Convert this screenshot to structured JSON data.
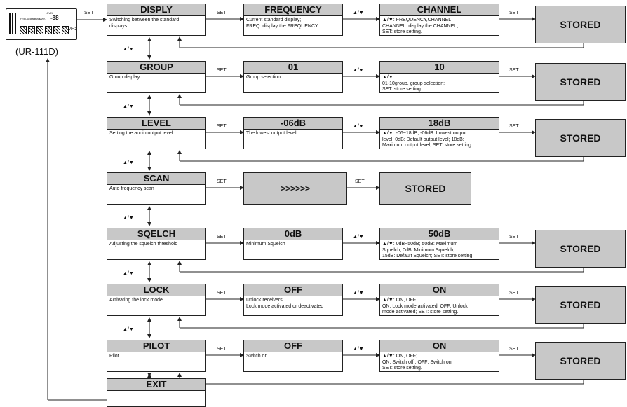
{
  "device": {
    "model": "(UR-111D)",
    "unit": "MHz",
    "display_digits": "-88",
    "tiny_labels": [
      "FREQUENCY",
      "CHANNEL",
      "BANK",
      "LEVEL"
    ],
    "set_label": "SET"
  },
  "labels": {
    "set": "SET",
    "updown": "▲/▼"
  },
  "rows": [
    {
      "title": "DISPLY",
      "desc": "Switching between the standard\ndisplays",
      "step2": {
        "title": "FREQUENCY",
        "desc": "Current standard display;\nFREQ: display the FREQUENCY"
      },
      "step3": {
        "title": "CHANNEL",
        "desc": "▲/▼: FREQUENCY,CHANNEL\nCHANNEL: display the CHANNEL;\nSET: store setting."
      },
      "stored": "STORED"
    },
    {
      "title": "GROUP",
      "desc": "Group display",
      "step2": {
        "title": "01",
        "desc": "Group selection"
      },
      "step3": {
        "title": "10",
        "desc": "▲/▼:\n01-10group, group selection;\nSET: store setting."
      },
      "stored": "STORED"
    },
    {
      "title": "LEVEL",
      "desc": "Setting the audio output level",
      "step2": {
        "title": "-06dB",
        "desc": "The lowest output level"
      },
      "step3": {
        "title": "18dB",
        "desc": "▲/▼: -06~18dB; -06dB: Lowest output\nlevel; 0dB: Default output level; 18dB:\nMaximum output level; SET: store setting."
      },
      "stored": "STORED"
    },
    {
      "title": "SCAN",
      "desc": "Auto frequency scan",
      "progress": ">>>>>>",
      "stored": "STORED"
    },
    {
      "title": "SQELCH",
      "desc": "Adjusting the squelch threshold",
      "step2": {
        "title": "0dB",
        "desc": "Minimum Squelch"
      },
      "step3": {
        "title": "50dB",
        "desc": "▲/▼: 0dB~50dB; 50dB: Maximum\nSquelch; 0dB: Minimum Squelch;\n15dB: Default Squelch; SET: store setting."
      },
      "stored": "STORED"
    },
    {
      "title": "LOCK",
      "desc": "Activating the lock mode",
      "step2": {
        "title": "OFF",
        "desc": "Unlock receivers\nLock mode activated or deactivated"
      },
      "step3": {
        "title": "ON",
        "desc": "▲/▼: ON, OFF\nON: Lock mode activated; OFF: Unlock\nmode activated; SET: store setting."
      },
      "stored": "STORED"
    },
    {
      "title": "PILOT",
      "desc": "Pilot",
      "step2": {
        "title": "OFF",
        "desc": "Switch on"
      },
      "step3": {
        "title": "ON",
        "desc": "▲/▼: ON, OFF;\nON: Switch off ; OFF: Switch on;\nSET: store setting."
      },
      "stored": "STORED"
    }
  ],
  "exit": "EXIT"
}
